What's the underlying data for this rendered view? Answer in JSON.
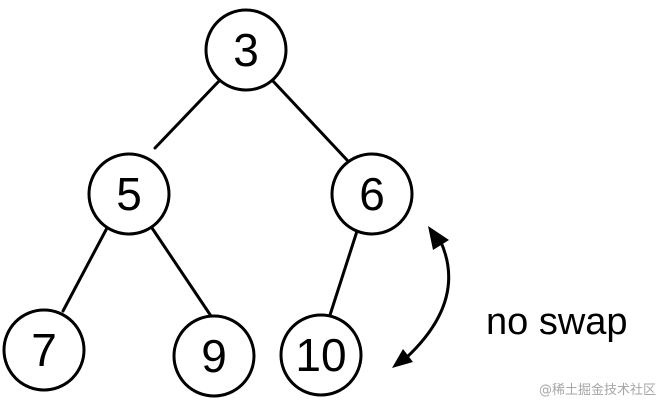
{
  "nodes": {
    "root": "3",
    "left": "5",
    "right": "6",
    "left_left": "7",
    "left_right": "9",
    "right_left": "10"
  },
  "annotation": "no swap",
  "watermark": "@稀土掘金技术社区"
}
